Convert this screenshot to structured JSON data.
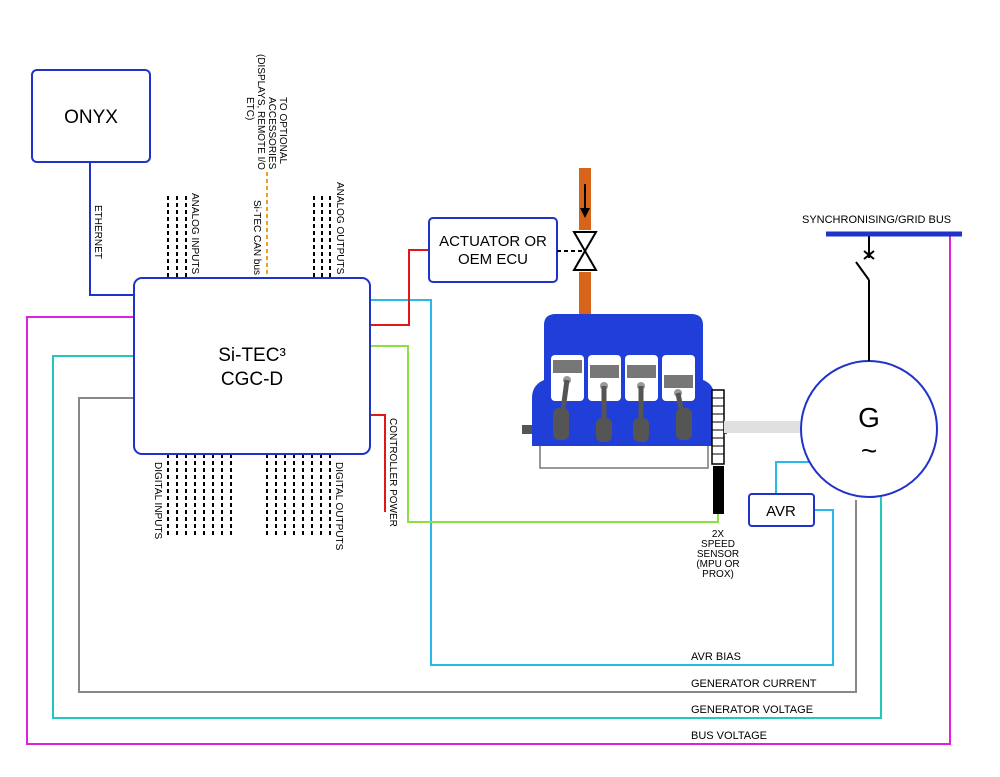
{
  "boxes": {
    "onyx": "ONYX",
    "controller_line1": "Si-TEC³",
    "controller_line2": "CGC-D",
    "actuator_line1": "ACTUATOR OR",
    "actuator_line2": "OEM ECU",
    "avr": "AVR",
    "generator_symbol": "G",
    "generator_ac_symbol": "~"
  },
  "labels": {
    "ethernet": "ETHERNET",
    "analog_inputs": "ANALOG INPUTS",
    "analog_outputs": "ANALOG OUTPUTS",
    "can_bus": "Si-TEC CAN bus",
    "optional_line1": "TO OPTIONAL",
    "optional_line2": "ACCESSORIES",
    "optional_line3": "(DISPLAYS, REMOTE I/O",
    "optional_line4": "ETC)",
    "digital_inputs": "DIGITAL INPUTS",
    "digital_outputs": "DIGITAL OUTPUTS",
    "controller_power": "CONTROLLER POWER",
    "speed_line1": "2X",
    "speed_line2": "SPEED",
    "speed_line3": "SENSOR",
    "speed_line4": "(MPU OR",
    "speed_line5": "PROX)",
    "sync_bus": "SYNCHRONISING/GRID BUS",
    "avr_bias": "AVR BIAS",
    "generator_current": "GENERATOR CURRENT",
    "generator_voltage": "GENERATOR VOLTAGE",
    "bus_voltage": "BUS VOLTAGE"
  },
  "colors": {
    "box_border": "#1f33c8",
    "bus_bar": "#1f33c8",
    "ethernet_line": "#1f33c8",
    "bus_voltage_line": "#e020e0",
    "generator_voltage_line": "#20c8c0",
    "generator_current_line": "#888888",
    "avr_bias_line": "#2ab8e8",
    "actuator_line": "#e01818",
    "controller_power_line": "#e01818",
    "speed_sensor_line": "#8ee040",
    "can_bus_line": "#f0a020",
    "fuel_pipe": "#d8641c",
    "engine_block": "#1f3fd8"
  }
}
